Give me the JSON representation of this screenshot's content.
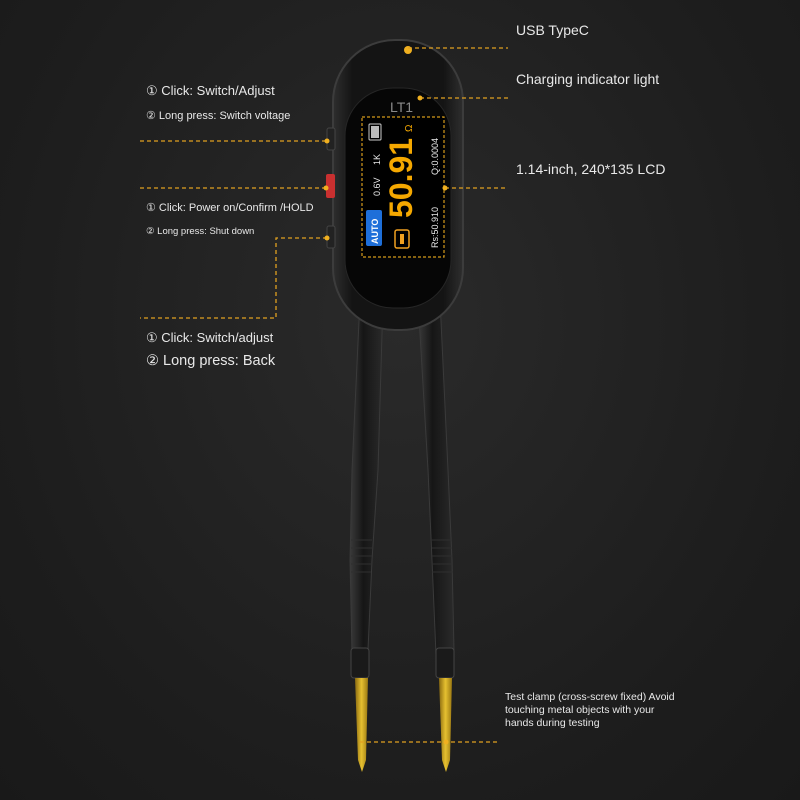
{
  "callouts": {
    "usb": "USB TypeC",
    "charging": "Charging indicator light",
    "lcd": "1.14-inch, 240*135 LCD",
    "left_button_1": "① Click: Switch/Adjust",
    "left_button_1_long": "② Long press: Switch voltage",
    "power_button": "① Click: Power on/Confirm /HOLD",
    "power_button_long": "② Long press: Shut down",
    "left_button_2": "① Click: Switch/adjust",
    "left_button_2_long": "② Long press: Back",
    "clamp": "Test clamp (cross-screw fixed) Avoid touching metal objects with your hands during testing"
  },
  "device": {
    "model": "LT1",
    "body_color": "#111111",
    "accent_color": "#f0a020"
  },
  "lcd": {
    "mode_badge": "AUTO",
    "voltage": "0.6V",
    "frequency": "1K",
    "reading": "50.91",
    "unit": "Ω",
    "rs_value": "Rs:50.910",
    "q_value": "Q:0.0004",
    "reading_color": "#f5a800",
    "badge_color": "#1e6fd9"
  }
}
